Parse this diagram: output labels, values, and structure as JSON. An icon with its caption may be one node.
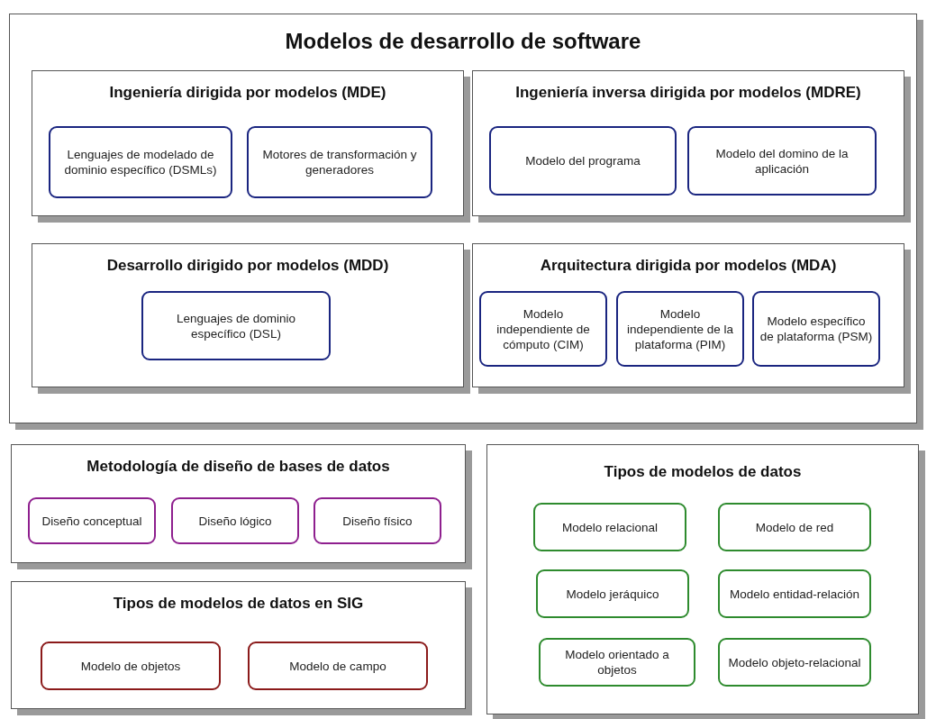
{
  "diagram": {
    "nodes": [
      {
        "text": [
          "Modelos de desarrollo de software"
        ]
      },
      {
        "text": [
          "Ingeniería dirigida por modelos (MDE)"
        ],
        "in": 0
      },
      {
        "text": [
          "Lenguajes de modelado de dominio específico (DSMLs)"
        ],
        "in": 1
      },
      {
        "text": [
          "Motores de transformación y generadores"
        ],
        "in": 1
      },
      {
        "text": [
          "Ingeniería inversa dirigida por modelos (MDRE)"
        ],
        "in": 0
      },
      {
        "text": [
          "Modelo del programa"
        ],
        "in": 4
      },
      {
        "text": [
          "Modelo del domino de la aplicación"
        ],
        "in": 4
      },
      {
        "text": [
          "Desarrollo dirigido por modelos (MDD)"
        ],
        "in": 0
      },
      {
        "text": [
          "Lenguajes de dominio específico (DSL)"
        ],
        "in": 7
      },
      {
        "text": [
          "Arquitectura dirigida por modelos (MDA)"
        ],
        "in": 0
      },
      {
        "text": [
          "Modelo independiente de cómputo (CIM)"
        ],
        "in": 9
      },
      {
        "text": [
          "Modelo independiente de la plataforma (PIM)"
        ],
        "in": 9
      },
      {
        "text": [
          "Modelo específico de plataforma (PSM)"
        ],
        "in": 9
      },
      {
        "text": [
          "Metodología de diseño de bases de datos"
        ]
      },
      {
        "text": [
          "Diseño conceptual"
        ],
        "in": 13
      },
      {
        "text": [
          "Diseño lógico"
        ],
        "in": 13
      },
      {
        "text": [
          "Diseño físico"
        ],
        "in": 13
      },
      {
        "text": [
          "Tipos de modelos de datos en SIG"
        ]
      },
      {
        "text": [
          "Modelo de objetos"
        ],
        "in": 17
      },
      {
        "text": [
          "Modelo de campo"
        ],
        "in": 17
      },
      {
        "text": [
          "Tipos de modelos de datos"
        ]
      },
      {
        "text": [
          "Modelo relacional"
        ],
        "in": 20
      },
      {
        "text": [
          "Modelo de red"
        ],
        "in": 20
      },
      {
        "text": [
          "Modelo jeráquico"
        ],
        "in": 20
      },
      {
        "text": [
          "Modelo entidad-relación"
        ],
        "in": 20
      },
      {
        "text": [
          "Modelo orientado a objetos"
        ],
        "in": 20
      },
      {
        "text": [
          "Modelo objeto-relacional"
        ],
        "in": 20
      }
    ]
  }
}
